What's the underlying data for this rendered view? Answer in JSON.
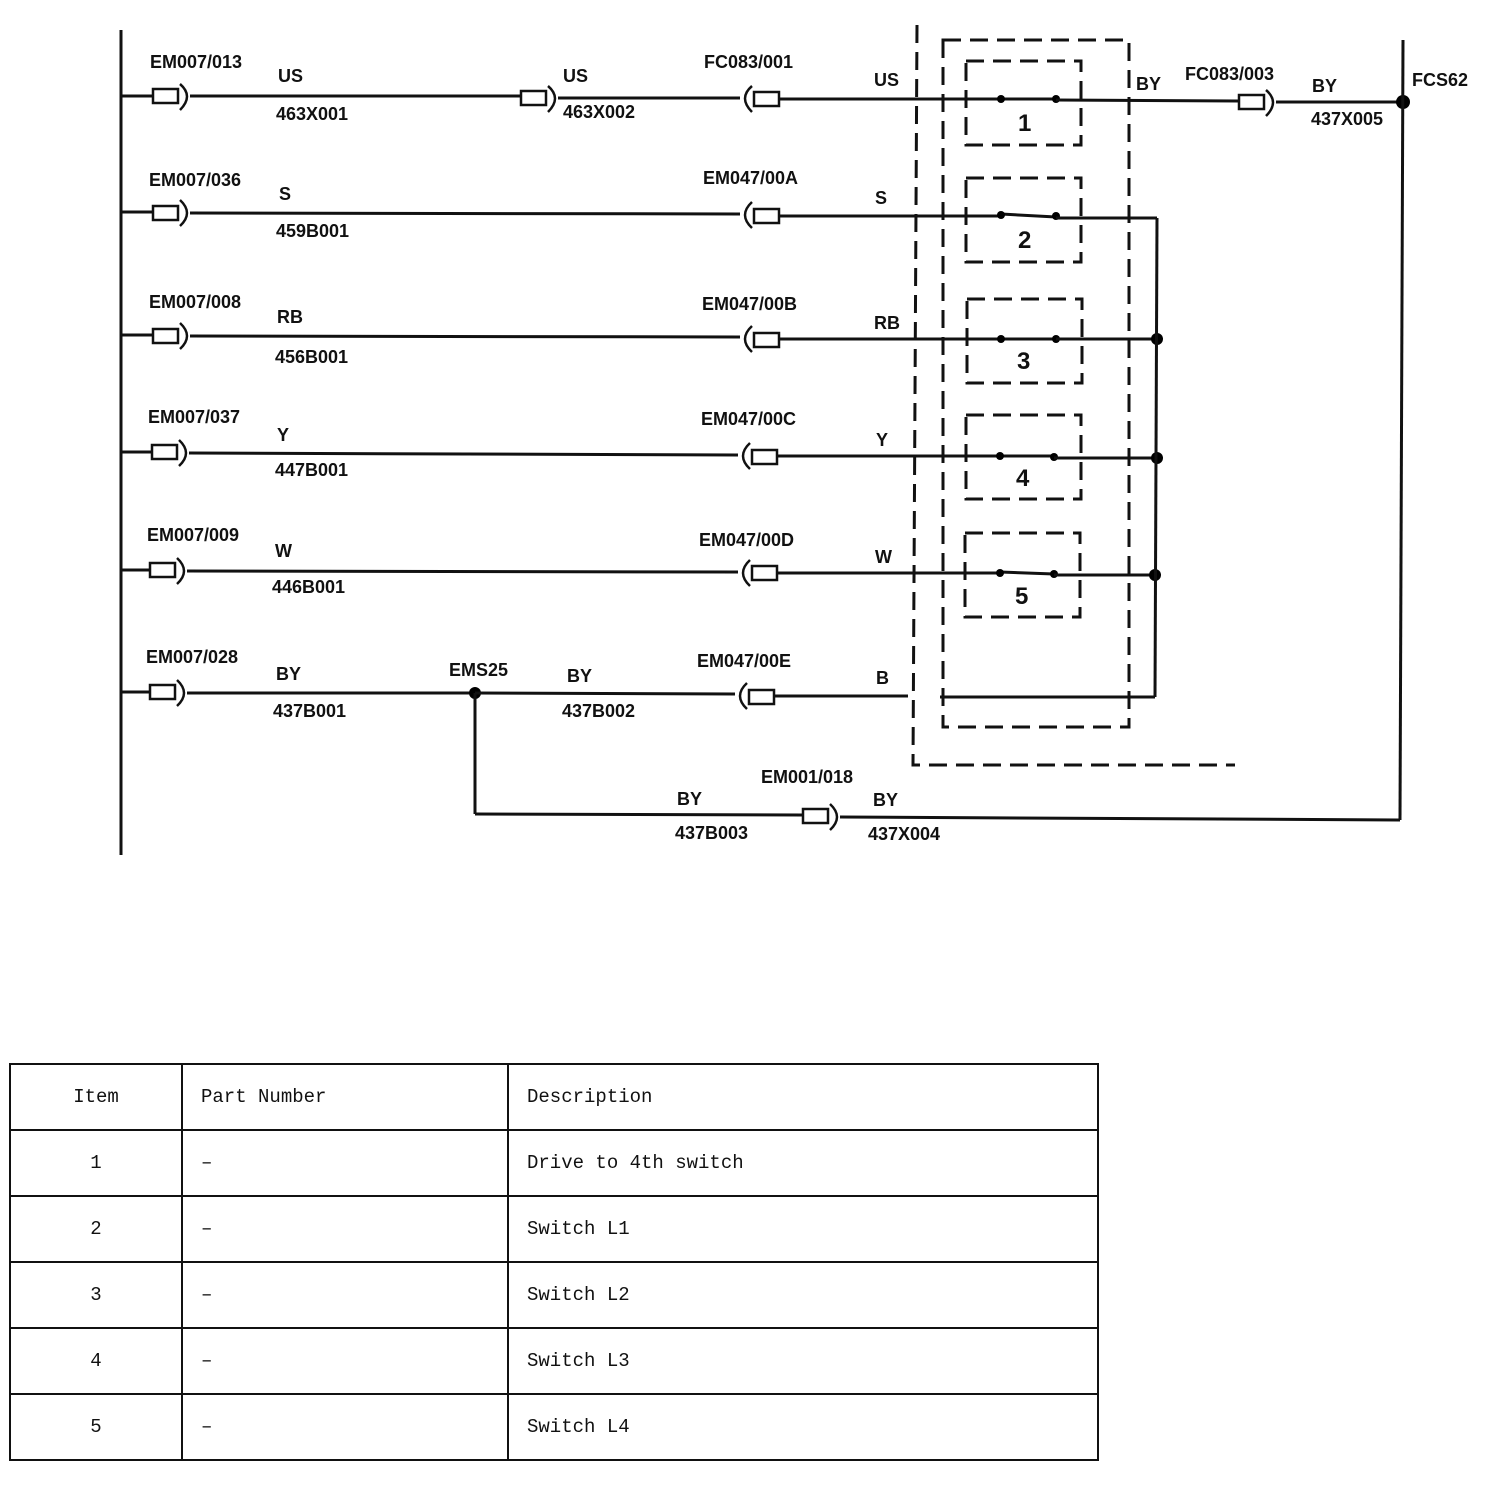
{
  "wires": [
    {
      "connector": "EM007/013",
      "color": "US",
      "wire_id": "463X001",
      "mid_connector_color": "US",
      "mid_wire_id": "463X002",
      "far_connector": "FC083/001",
      "far_color": "US",
      "switch": "1",
      "out_color": "BY",
      "out_connector": "FC083/003",
      "out_wire_color": "BY",
      "out_wire_id": "437X005",
      "splice": "FCS62"
    },
    {
      "connector": "EM007/036",
      "color": "S",
      "wire_id": "459B001",
      "far_connector": "EM047/00A",
      "far_color": "S",
      "switch": "2"
    },
    {
      "connector": "EM007/008",
      "color": "RB",
      "wire_id": "456B001",
      "far_connector": "EM047/00B",
      "far_color": "RB",
      "switch": "3"
    },
    {
      "connector": "EM007/037",
      "color": "Y",
      "wire_id": "447B001",
      "far_connector": "EM047/00C",
      "far_color": "Y",
      "switch": "4"
    },
    {
      "connector": "EM007/009",
      "color": "W",
      "wire_id": "446B001",
      "far_connector": "EM047/00D",
      "far_color": "W",
      "switch": "5"
    },
    {
      "connector": "EM007/028",
      "color": "BY",
      "wire_id": "437B001",
      "splice": "EMS25",
      "mid_color": "BY",
      "mid_wire_id": "437B002",
      "far_connector": "EM047/00E",
      "far_color": "B"
    }
  ],
  "bottom_link": {
    "color_left": "BY",
    "wire_left": "437B003",
    "connector": "EM001/018",
    "color_right": "BY",
    "wire_right": "437X004"
  },
  "table": {
    "headers": [
      "Item",
      "Part Number",
      "Description"
    ],
    "rows": [
      {
        "item": "1",
        "part": "–",
        "desc": "Drive to 4th switch"
      },
      {
        "item": "2",
        "part": "–",
        "desc": "Switch L1"
      },
      {
        "item": "3",
        "part": "–",
        "desc": "Switch L2"
      },
      {
        "item": "4",
        "part": "–",
        "desc": "Switch L3"
      },
      {
        "item": "5",
        "part": "–",
        "desc": "Switch L4"
      }
    ]
  }
}
